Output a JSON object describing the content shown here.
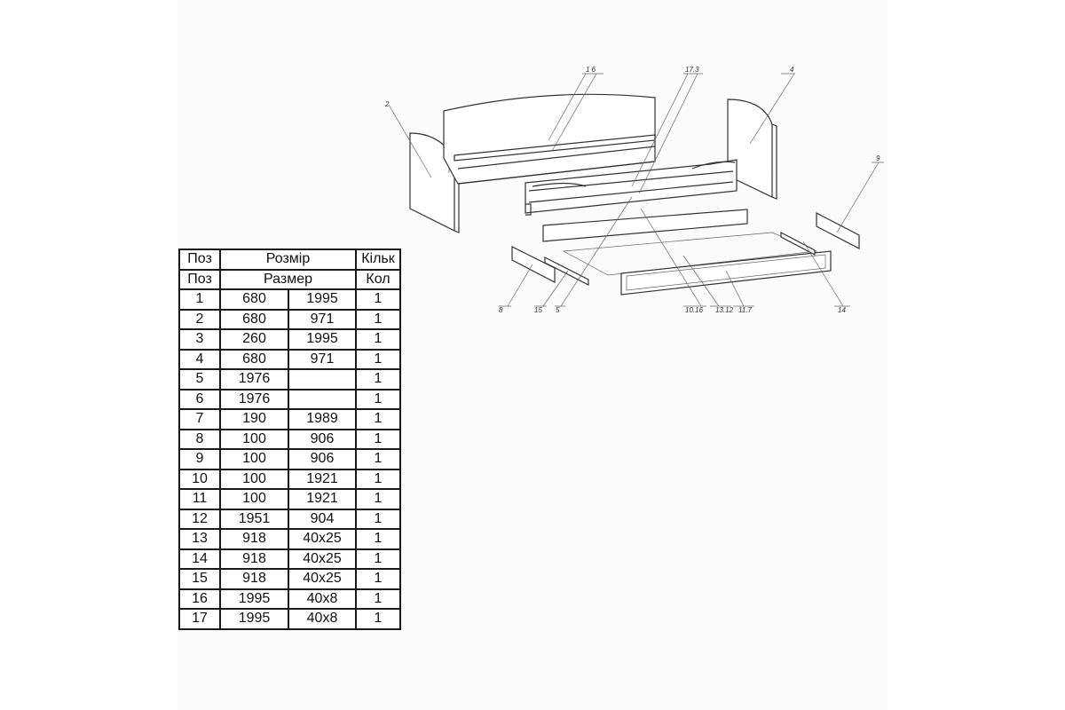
{
  "table": {
    "header_ua": {
      "pos": "Поз",
      "size": "Розмір",
      "qty": "Кільк"
    },
    "header_ru": {
      "pos": "Поз",
      "size": "Размер",
      "qty": "Кол"
    },
    "rows": [
      {
        "pos": "1",
        "a": "680",
        "b": "1995",
        "q": "1"
      },
      {
        "pos": "2",
        "a": "680",
        "b": "971",
        "q": "1"
      },
      {
        "pos": "3",
        "a": "260",
        "b": "1995",
        "q": "1"
      },
      {
        "pos": "4",
        "a": "680",
        "b": "971",
        "q": "1"
      },
      {
        "pos": "5",
        "a": "1976",
        "b": "",
        "q": "1"
      },
      {
        "pos": "6",
        "a": "1976",
        "b": "",
        "q": "1"
      },
      {
        "pos": "7",
        "a": "190",
        "b": "1989",
        "q": "1"
      },
      {
        "pos": "8",
        "a": "100",
        "b": "906",
        "q": "1"
      },
      {
        "pos": "9",
        "a": "100",
        "b": "906",
        "q": "1"
      },
      {
        "pos": "10",
        "a": "100",
        "b": "1921",
        "q": "1"
      },
      {
        "pos": "11",
        "a": "100",
        "b": "1921",
        "q": "1"
      },
      {
        "pos": "12",
        "a": "1951",
        "b": "904",
        "q": "1"
      },
      {
        "pos": "13",
        "a": "918",
        "b": "40x25",
        "q": "1"
      },
      {
        "pos": "14",
        "a": "918",
        "b": "40x25",
        "q": "1"
      },
      {
        "pos": "15",
        "a": "918",
        "b": "40x25",
        "q": "1"
      },
      {
        "pos": "16",
        "a": "1995",
        "b": "40x8",
        "q": "1"
      },
      {
        "pos": "17",
        "a": "1995",
        "b": "40x8",
        "q": "1"
      }
    ]
  },
  "callouts": {
    "c2": "2",
    "c1_6": "1 6",
    "c17_3": "17.3",
    "c4": "4",
    "c9": "9",
    "c8": "8",
    "c15": "15",
    "c5": "5",
    "c10_16": "10.16",
    "c13_12": "13.12",
    "c11_7": "11.7",
    "c14": "14"
  }
}
